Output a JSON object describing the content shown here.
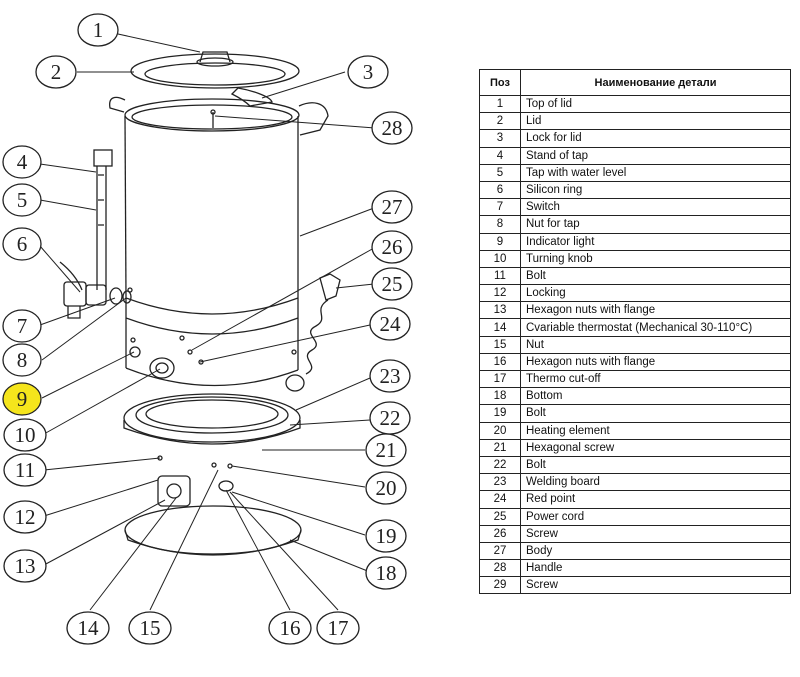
{
  "table": {
    "headers": {
      "position": "Поз",
      "name": "Наименование детали"
    },
    "rows": [
      {
        "num": "1",
        "name": "Top of lid"
      },
      {
        "num": "2",
        "name": "Lid"
      },
      {
        "num": "3",
        "name": "Lock for lid"
      },
      {
        "num": "4",
        "name": "Stand of tap"
      },
      {
        "num": "5",
        "name": "Tap with water level"
      },
      {
        "num": "6",
        "name": "Silicon ring"
      },
      {
        "num": "7",
        "name": "Switch"
      },
      {
        "num": "8",
        "name": "Nut for tap"
      },
      {
        "num": "9",
        "name": "Indicator light"
      },
      {
        "num": "10",
        "name": "Turning knob"
      },
      {
        "num": "11",
        "name": "Bolt"
      },
      {
        "num": "12",
        "name": "Locking"
      },
      {
        "num": "13",
        "name": "Hexagon nuts with flange"
      },
      {
        "num": "14",
        "name": "Cvariable thermostat (Mechanical 30-110°C)"
      },
      {
        "num": "15",
        "name": "Nut"
      },
      {
        "num": "16",
        "name": "Hexagon nuts with flange"
      },
      {
        "num": "17",
        "name": "Thermo cut-off"
      },
      {
        "num": "18",
        "name": "Bottom"
      },
      {
        "num": "19",
        "name": "Bolt"
      },
      {
        "num": "20",
        "name": "Heating element"
      },
      {
        "num": "21",
        "name": "Hexagonal screw"
      },
      {
        "num": "22",
        "name": "Bolt"
      },
      {
        "num": "23",
        "name": "Welding board"
      },
      {
        "num": "24",
        "name": "Red point"
      },
      {
        "num": "25",
        "name": "Power cord"
      },
      {
        "num": "26",
        "name": "Screw"
      },
      {
        "num": "27",
        "name": "Body"
      },
      {
        "num": "28",
        "name": "Handle"
      },
      {
        "num": "29",
        "name": "Screw"
      }
    ]
  },
  "diagram": {
    "callouts": {
      "c1": "1",
      "c2": "2",
      "c3": "3",
      "c4": "4",
      "c5": "5",
      "c6": "6",
      "c7": "7",
      "c8": "8",
      "c9": "9",
      "c10": "10",
      "c11": "11",
      "c12": "12",
      "c13": "13",
      "c14": "14",
      "c15": "15",
      "c16": "16",
      "c17": "17",
      "c18": "18",
      "c19": "19",
      "c20": "20",
      "c21": "21",
      "c22": "22",
      "c23": "23",
      "c24": "24",
      "c25": "25",
      "c26": "26",
      "c27": "27",
      "c28": "28"
    },
    "highlighted_callout": "9",
    "colors": {
      "line": "#222222",
      "highlight": "#f5e51c",
      "bubble_fill": "#ffffff"
    }
  }
}
